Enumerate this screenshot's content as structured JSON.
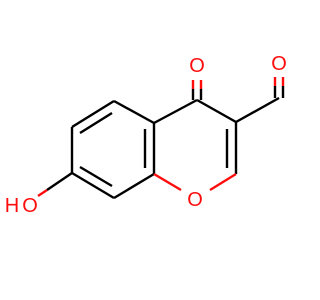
{
  "molecule": {
    "colors": {
      "bond": "#000000",
      "oxygen": "#ff0d0d"
    },
    "atoms": {
      "carbonyl_o": "O",
      "aldehyde_o": "O",
      "ring_o": "O",
      "hydroxyl_h": "H",
      "hydroxyl_o": "O"
    }
  }
}
